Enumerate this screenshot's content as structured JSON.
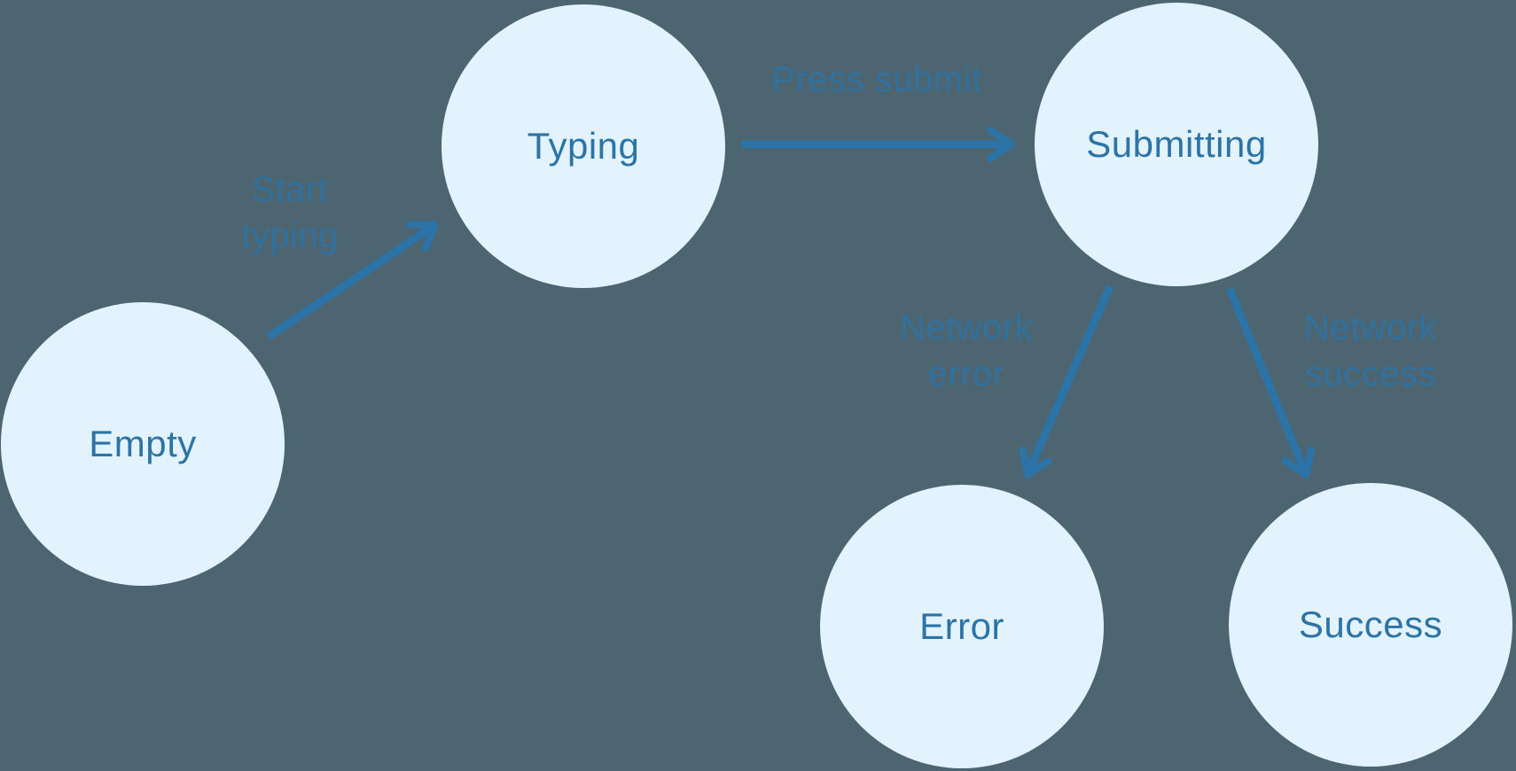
{
  "diagram": {
    "type": "state-machine",
    "nodes": [
      {
        "id": "empty",
        "label": "Empty"
      },
      {
        "id": "typing",
        "label": "Typing"
      },
      {
        "id": "submitting",
        "label": "Submitting"
      },
      {
        "id": "error",
        "label": "Error"
      },
      {
        "id": "success",
        "label": "Success"
      }
    ],
    "edges": [
      {
        "from": "Empty",
        "to": "Typing",
        "label": "Start typing"
      },
      {
        "from": "Typing",
        "to": "Submitting",
        "label": "Press submit"
      },
      {
        "from": "Submitting",
        "to": "Error",
        "label": "Network error"
      },
      {
        "from": "Submitting",
        "to": "Success",
        "label": "Network success"
      }
    ],
    "colors": {
      "background": "#4C6570",
      "node_fill": "#E2F3FD",
      "node_text": "#2C73A6",
      "arrow": "#2C74A8",
      "edge_label_text": "#30719F"
    }
  }
}
